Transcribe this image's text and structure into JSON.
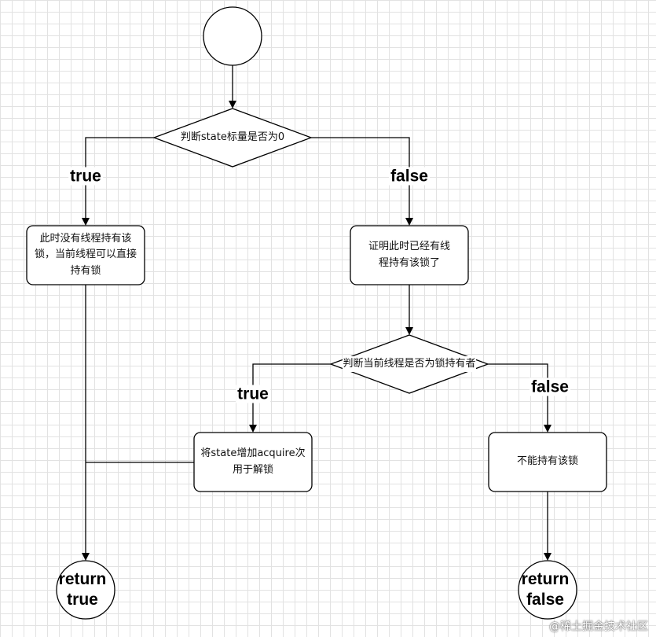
{
  "nodes": {
    "decision_state": "判断state标量是否为0",
    "no_owner": "此时没有线程持有该锁，当前线程可以直接持有锁",
    "has_owner": "证明此时已经有线程持有该锁了",
    "decision_owner": "判断当前线程是否为锁持有者",
    "increment": "将state增加acquire次用于解锁",
    "cannot_hold": "不能持有该锁",
    "return_true": "return\ntrue",
    "return_false": "return\nfalse"
  },
  "edges": {
    "state_true": "true",
    "state_false": "false",
    "owner_true": "true",
    "owner_false": "false"
  },
  "watermark": "@稀土掘金技术社区"
}
